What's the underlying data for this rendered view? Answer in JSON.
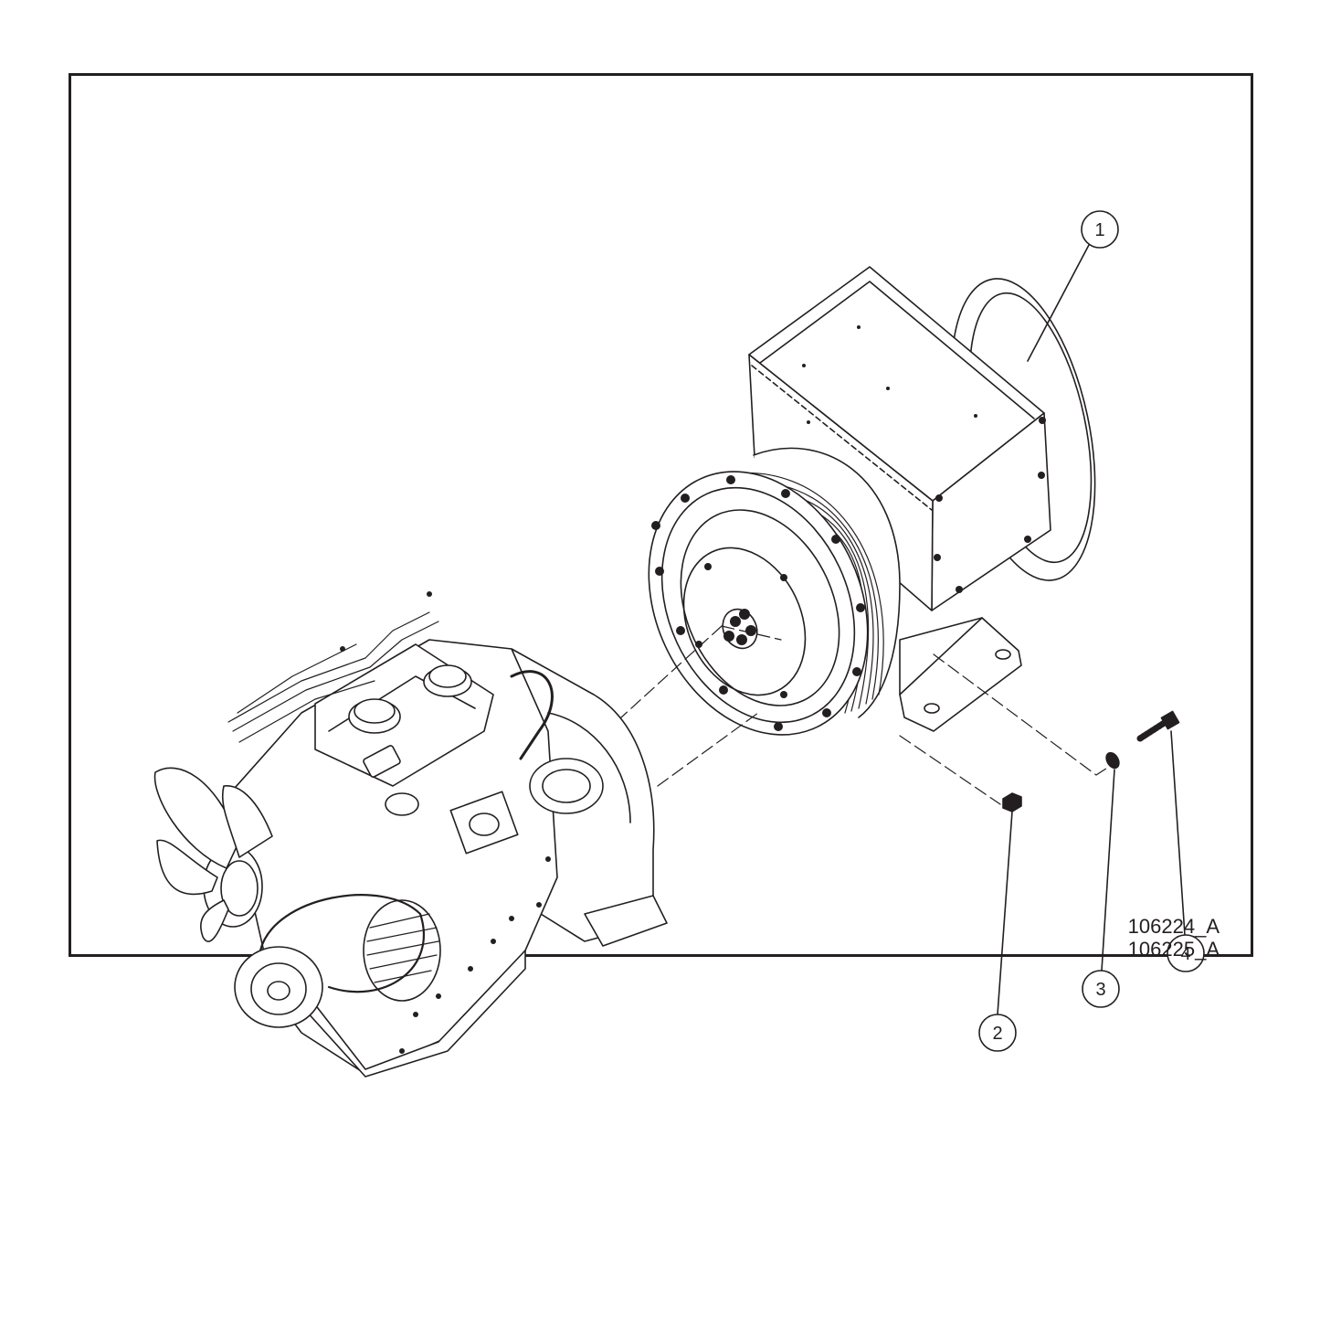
{
  "callouts": {
    "c1": "1",
    "c2": "2",
    "c3": "3",
    "c4": "4"
  },
  "drawing_numbers": [
    "106224_A",
    "106225_A"
  ],
  "colors": {
    "line": "#231f20",
    "background": "#ffffff"
  }
}
